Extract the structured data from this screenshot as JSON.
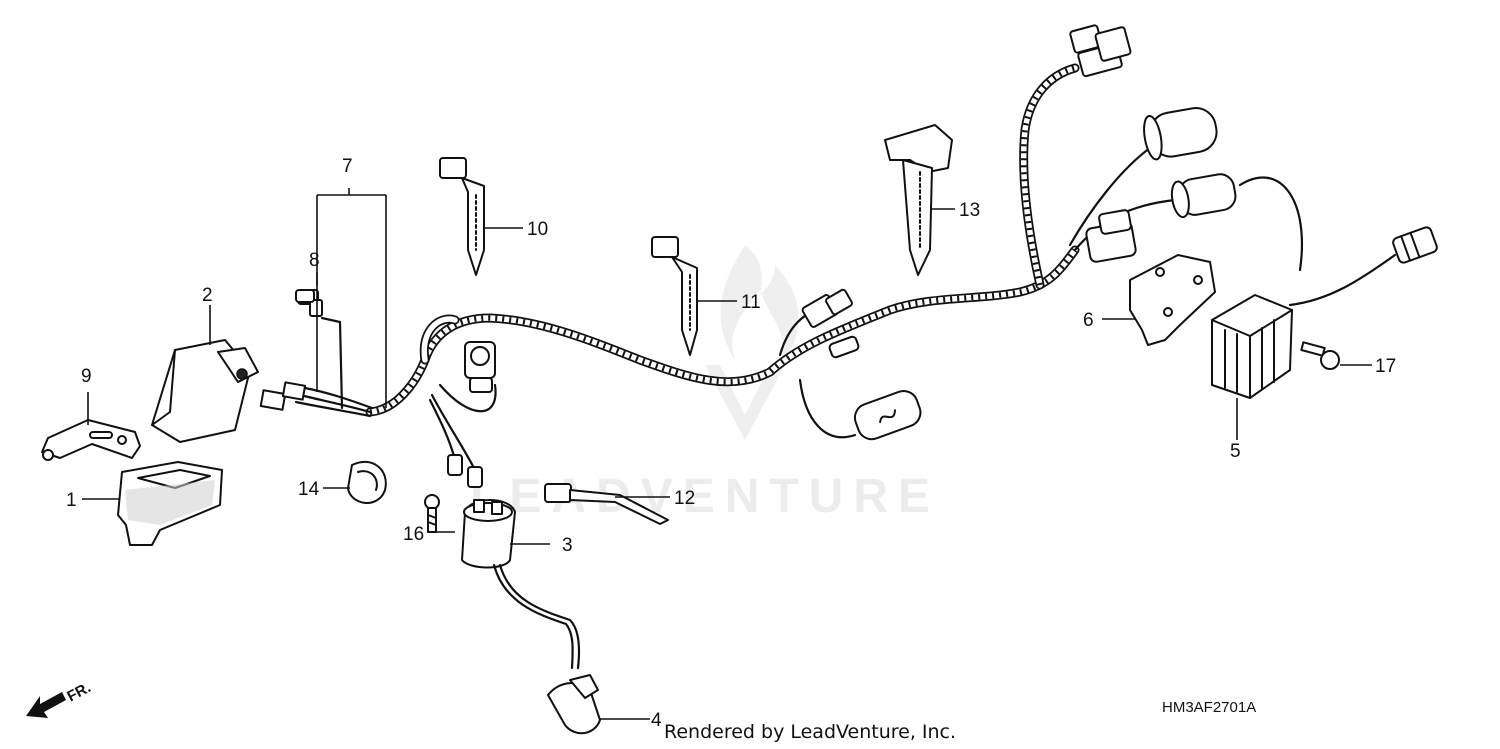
{
  "watermark": {
    "text": "LEADVENTURE"
  },
  "callouts": {
    "c1": "1",
    "c2": "2",
    "c3": "3",
    "c4": "4",
    "c5": "5",
    "c6": "6",
    "c7": "7",
    "c8": "8",
    "c9": "9",
    "c10": "10",
    "c11": "11",
    "c12": "12",
    "c13": "13",
    "c14": "14",
    "c16": "16",
    "c17": "17"
  },
  "diagram_code": "HM3AF2701A",
  "direction": {
    "label": "FR."
  },
  "credit": "Rendered by LeadVenture, Inc."
}
